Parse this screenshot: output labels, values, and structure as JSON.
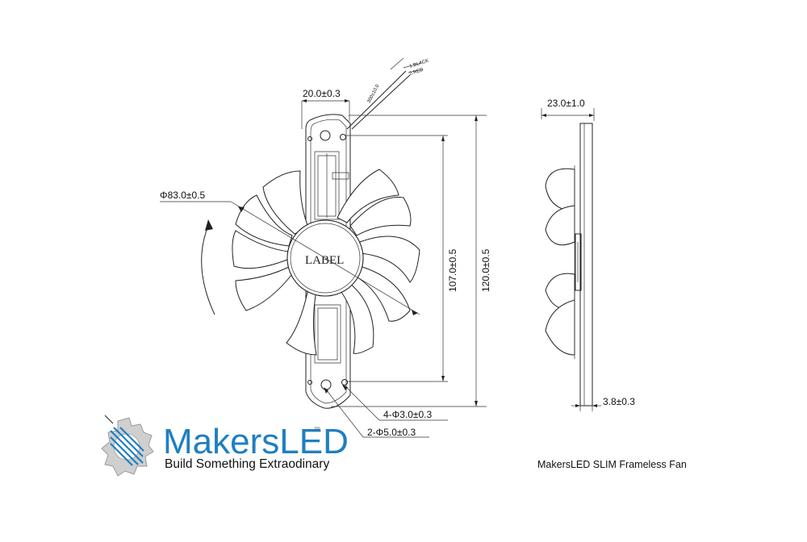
{
  "front_view": {
    "dim_width": "20.0±0.3",
    "dim_cable": "300±10.0",
    "wire_1": "1.BLACK",
    "wire_2": "2.RED",
    "dim_diameter": "Φ83.0±0.5",
    "hub_label": "LABEL",
    "dim_hole_spacing": "107.0±0.5",
    "dim_height": "120.0±0.5",
    "dim_small_holes": "4-Φ3.0±0.3",
    "dim_large_holes": "2-Φ5.0±0.3"
  },
  "side_view": {
    "dim_depth": "23.0±1.0",
    "dim_frame_thickness": "3.8±0.3"
  },
  "brand": {
    "name": "MakersLED",
    "trademark": "tm",
    "tagline": "Build Something Extraodinary",
    "accent_color": "#1f7fc0",
    "logo_icon": "gear-led-icon"
  },
  "caption": "MakersLED SLIM Frameless Fan"
}
